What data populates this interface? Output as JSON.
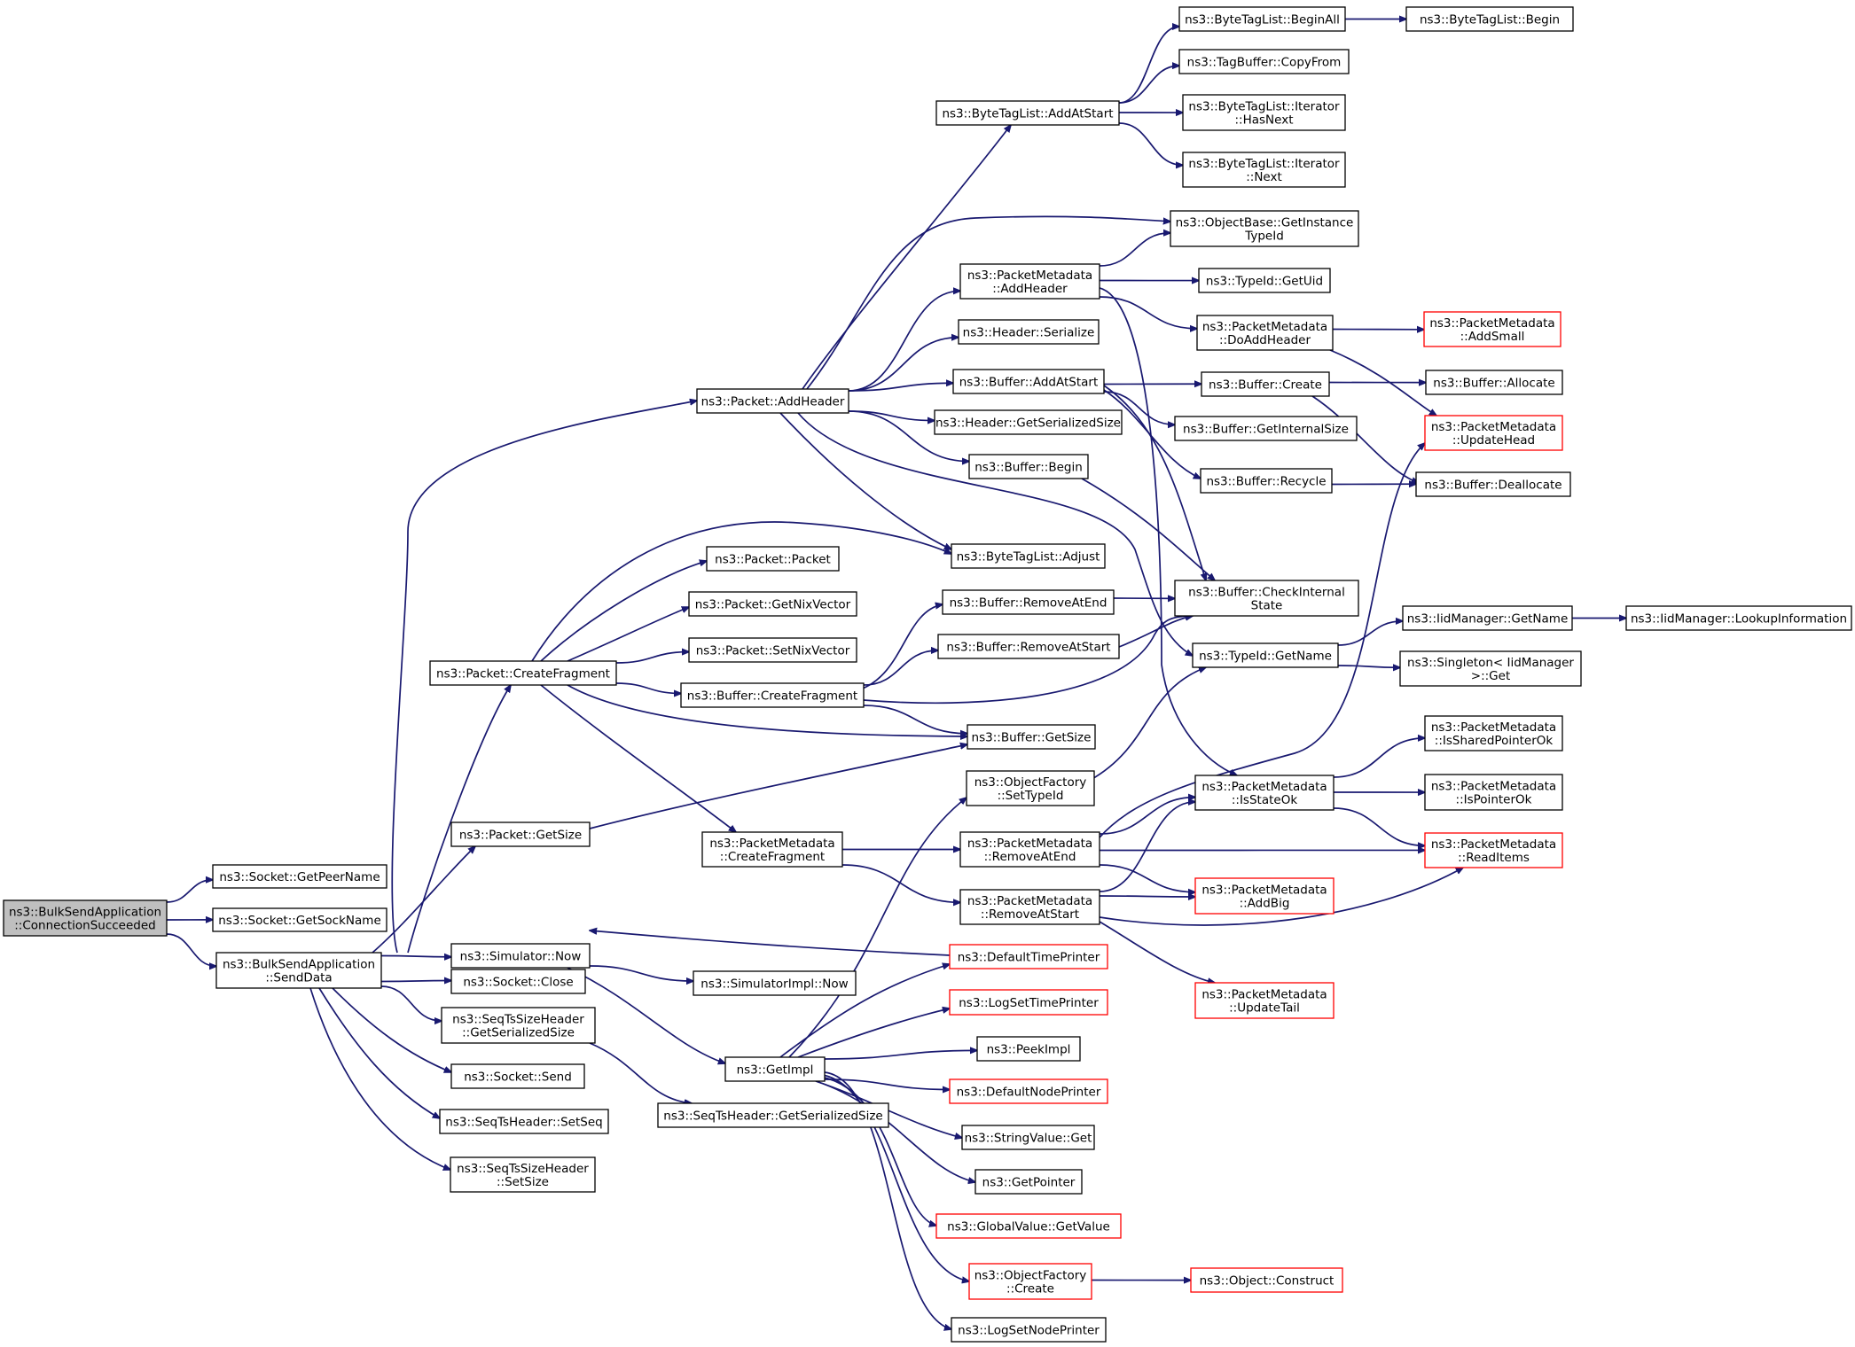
{
  "nodes": [
    {
      "id": "root",
      "lines": [
        "ns3::BulkSendApplication",
        "::ConnectionSucceeded"
      ],
      "style": "root"
    },
    {
      "id": "getpeername",
      "lines": [
        "ns3::Socket::GetPeerName"
      ],
      "style": "normal"
    },
    {
      "id": "getsockname",
      "lines": [
        "ns3::Socket::GetSockName"
      ],
      "style": "normal"
    },
    {
      "id": "senddata",
      "lines": [
        "ns3::BulkSendApplication",
        "::SendData"
      ],
      "style": "normal"
    },
    {
      "id": "pkt_addheader",
      "lines": [
        "ns3::Packet::AddHeader"
      ],
      "style": "normal"
    },
    {
      "id": "pkt_createfrag",
      "lines": [
        "ns3::Packet::CreateFragment"
      ],
      "style": "normal"
    },
    {
      "id": "pkt_getsize",
      "lines": [
        "ns3::Packet::GetSize"
      ],
      "style": "normal"
    },
    {
      "id": "sim_now",
      "lines": [
        "ns3::Simulator::Now"
      ],
      "style": "normal"
    },
    {
      "id": "sock_close",
      "lines": [
        "ns3::Socket::Close"
      ],
      "style": "normal"
    },
    {
      "id": "seqts_getser",
      "lines": [
        "ns3::SeqTsSizeHeader",
        "::GetSerializedSize"
      ],
      "style": "normal"
    },
    {
      "id": "sock_send",
      "lines": [
        "ns3::Socket::Send"
      ],
      "style": "normal"
    },
    {
      "id": "seqts_setseq",
      "lines": [
        "ns3::SeqTsHeader::SetSeq"
      ],
      "style": "normal"
    },
    {
      "id": "seqts_setsize",
      "lines": [
        "ns3::SeqTsSizeHeader",
        "::SetSize"
      ],
      "style": "normal"
    },
    {
      "id": "btl_addatstart",
      "lines": [
        "ns3::ByteTagList::AddAtStart"
      ],
      "style": "normal"
    },
    {
      "id": "btl_beginall",
      "lines": [
        "ns3::ByteTagList::BeginAll"
      ],
      "style": "normal"
    },
    {
      "id": "btl_begin",
      "lines": [
        "ns3::ByteTagList::Begin"
      ],
      "style": "normal"
    },
    {
      "id": "tagbuf_copyfrom",
      "lines": [
        "ns3::TagBuffer::CopyFrom"
      ],
      "style": "normal"
    },
    {
      "id": "btl_hasnext",
      "lines": [
        "ns3::ByteTagList::Iterator",
        "::HasNext"
      ],
      "style": "normal"
    },
    {
      "id": "btl_next",
      "lines": [
        "ns3::ByteTagList::Iterator",
        "::Next"
      ],
      "style": "normal"
    },
    {
      "id": "objbase_getinst",
      "lines": [
        "ns3::ObjectBase::GetInstance",
        "TypeId"
      ],
      "style": "normal"
    },
    {
      "id": "pm_addheader",
      "lines": [
        "ns3::PacketMetadata",
        "::AddHeader"
      ],
      "style": "normal"
    },
    {
      "id": "typeid_getuid",
      "lines": [
        "ns3::TypeId::GetUid"
      ],
      "style": "normal"
    },
    {
      "id": "pm_doaddheader",
      "lines": [
        "ns3::PacketMetadata",
        "::DoAddHeader"
      ],
      "style": "normal"
    },
    {
      "id": "pm_addsmall",
      "lines": [
        "ns3::PacketMetadata",
        "::AddSmall"
      ],
      "style": "red"
    },
    {
      "id": "hdr_serialize",
      "lines": [
        "ns3::Header::Serialize"
      ],
      "style": "normal"
    },
    {
      "id": "buf_addatstart",
      "lines": [
        "ns3::Buffer::AddAtStart"
      ],
      "style": "normal"
    },
    {
      "id": "buf_create",
      "lines": [
        "ns3::Buffer::Create"
      ],
      "style": "normal"
    },
    {
      "id": "buf_allocate",
      "lines": [
        "ns3::Buffer::Allocate"
      ],
      "style": "normal"
    },
    {
      "id": "hdr_getsersize",
      "lines": [
        "ns3::Header::GetSerializedSize"
      ],
      "style": "normal"
    },
    {
      "id": "buf_getinternalsize",
      "lines": [
        "ns3::Buffer::GetInternalSize"
      ],
      "style": "normal"
    },
    {
      "id": "pm_updatehead",
      "lines": [
        "ns3::PacketMetadata",
        "::UpdateHead"
      ],
      "style": "red"
    },
    {
      "id": "buf_begin",
      "lines": [
        "ns3::Buffer::Begin"
      ],
      "style": "normal"
    },
    {
      "id": "buf_recycle",
      "lines": [
        "ns3::Buffer::Recycle"
      ],
      "style": "normal"
    },
    {
      "id": "buf_deallocate",
      "lines": [
        "ns3::Buffer::Deallocate"
      ],
      "style": "normal"
    },
    {
      "id": "btl_adjust",
      "lines": [
        "ns3::ByteTagList::Adjust"
      ],
      "style": "normal"
    },
    {
      "id": "pkt_packet",
      "lines": [
        "ns3::Packet::Packet"
      ],
      "style": "normal"
    },
    {
      "id": "pkt_getnix",
      "lines": [
        "ns3::Packet::GetNixVector"
      ],
      "style": "normal"
    },
    {
      "id": "pkt_setnix",
      "lines": [
        "ns3::Packet::SetNixVector"
      ],
      "style": "normal"
    },
    {
      "id": "buf_removeatend",
      "lines": [
        "ns3::Buffer::RemoveAtEnd"
      ],
      "style": "normal"
    },
    {
      "id": "buf_checkinternal",
      "lines": [
        "ns3::Buffer::CheckInternal",
        "State"
      ],
      "style": "normal"
    },
    {
      "id": "buf_removeatstart",
      "lines": [
        "ns3::Buffer::RemoveAtStart"
      ],
      "style": "normal"
    },
    {
      "id": "buf_createfrag",
      "lines": [
        "ns3::Buffer::CreateFragment"
      ],
      "style": "normal"
    },
    {
      "id": "typeid_getname",
      "lines": [
        "ns3::TypeId::GetName"
      ],
      "style": "normal"
    },
    {
      "id": "iid_getname",
      "lines": [
        "ns3::IidManager::GetName"
      ],
      "style": "normal"
    },
    {
      "id": "iid_lookup",
      "lines": [
        "ns3::IidManager::LookupInformation"
      ],
      "style": "normal"
    },
    {
      "id": "singleton_get",
      "lines": [
        "ns3::Singleton< IidManager",
        ">::Get"
      ],
      "style": "normal"
    },
    {
      "id": "buf_getsize",
      "lines": [
        "ns3::Buffer::GetSize"
      ],
      "style": "normal"
    },
    {
      "id": "objfac_settypeid",
      "lines": [
        "ns3::ObjectFactory",
        "::SetTypeId"
      ],
      "style": "normal"
    },
    {
      "id": "pm_issharedok",
      "lines": [
        "ns3::PacketMetadata",
        "::IsSharedPointerOk"
      ],
      "style": "normal"
    },
    {
      "id": "pm_isstateok",
      "lines": [
        "ns3::PacketMetadata",
        "::IsStateOk"
      ],
      "style": "normal"
    },
    {
      "id": "pm_ispointerok",
      "lines": [
        "ns3::PacketMetadata",
        "::IsPointerOk"
      ],
      "style": "normal"
    },
    {
      "id": "pm_createfrag",
      "lines": [
        "ns3::PacketMetadata",
        "::CreateFragment"
      ],
      "style": "normal"
    },
    {
      "id": "pm_removeatend",
      "lines": [
        "ns3::PacketMetadata",
        "::RemoveAtEnd"
      ],
      "style": "normal"
    },
    {
      "id": "pm_readitems",
      "lines": [
        "ns3::PacketMetadata",
        "::ReadItems"
      ],
      "style": "red"
    },
    {
      "id": "pm_removeatstart",
      "lines": [
        "ns3::PacketMetadata",
        "::RemoveAtStart"
      ],
      "style": "normal"
    },
    {
      "id": "pm_addbig",
      "lines": [
        "ns3::PacketMetadata",
        "::AddBig"
      ],
      "style": "red"
    },
    {
      "id": "defaulttimeprinter",
      "lines": [
        "ns3::DefaultTimePrinter"
      ],
      "style": "red"
    },
    {
      "id": "simimpl_now",
      "lines": [
        "ns3::SimulatorImpl::Now"
      ],
      "style": "normal"
    },
    {
      "id": "logsettimeprinter",
      "lines": [
        "ns3::LogSetTimePrinter"
      ],
      "style": "red"
    },
    {
      "id": "pm_updatetail",
      "lines": [
        "ns3::PacketMetadata",
        "::UpdateTail"
      ],
      "style": "red"
    },
    {
      "id": "getimpl",
      "lines": [
        "ns3::GetImpl"
      ],
      "style": "normal"
    },
    {
      "id": "peekimpl",
      "lines": [
        "ns3::PeekImpl"
      ],
      "style": "normal"
    },
    {
      "id": "seqts_getsersize",
      "lines": [
        "ns3::SeqTsHeader::GetSerializedSize"
      ],
      "style": "normal"
    },
    {
      "id": "defaultnodeprinter",
      "lines": [
        "ns3::DefaultNodePrinter"
      ],
      "style": "red"
    },
    {
      "id": "stringvalue_get",
      "lines": [
        "ns3::StringValue::Get"
      ],
      "style": "normal"
    },
    {
      "id": "getpointer",
      "lines": [
        "ns3::GetPointer"
      ],
      "style": "normal"
    },
    {
      "id": "globalvalue_getvalue",
      "lines": [
        "ns3::GlobalValue::GetValue"
      ],
      "style": "red"
    },
    {
      "id": "objfac_create",
      "lines": [
        "ns3::ObjectFactory",
        "::Create"
      ],
      "style": "red"
    },
    {
      "id": "object_construct",
      "lines": [
        "ns3::Object::Construct"
      ],
      "style": "red"
    },
    {
      "id": "logsetnodeprinter",
      "lines": [
        "ns3::LogSetNodePrinter"
      ],
      "style": "normal"
    }
  ],
  "edges": [
    [
      "root",
      "getpeername"
    ],
    [
      "root",
      "getsockname"
    ],
    [
      "root",
      "senddata"
    ],
    [
      "senddata",
      "pkt_addheader"
    ],
    [
      "senddata",
      "pkt_createfrag"
    ],
    [
      "senddata",
      "pkt_getsize"
    ],
    [
      "senddata",
      "sim_now"
    ],
    [
      "senddata",
      "sock_close"
    ],
    [
      "senddata",
      "seqts_getser"
    ],
    [
      "senddata",
      "sock_send"
    ],
    [
      "senddata",
      "seqts_setseq"
    ],
    [
      "senddata",
      "seqts_setsize"
    ],
    [
      "pkt_addheader",
      "btl_addatstart"
    ],
    [
      "pkt_addheader",
      "objbase_getinst"
    ],
    [
      "pkt_addheader",
      "pm_addheader"
    ],
    [
      "pkt_addheader",
      "hdr_serialize"
    ],
    [
      "pkt_addheader",
      "buf_addatstart"
    ],
    [
      "pkt_addheader",
      "hdr_getsersize"
    ],
    [
      "pkt_addheader",
      "buf_begin"
    ],
    [
      "pkt_addheader",
      "btl_adjust"
    ],
    [
      "pkt_addheader",
      "typeid_getname"
    ],
    [
      "btl_addatstart",
      "btl_beginall"
    ],
    [
      "btl_addatstart",
      "tagbuf_copyfrom"
    ],
    [
      "btl_addatstart",
      "btl_hasnext"
    ],
    [
      "btl_addatstart",
      "btl_next"
    ],
    [
      "btl_beginall",
      "btl_begin"
    ],
    [
      "pm_addheader",
      "objbase_getinst"
    ],
    [
      "pm_addheader",
      "typeid_getuid"
    ],
    [
      "pm_addheader",
      "pm_doaddheader"
    ],
    [
      "pm_addheader",
      "pm_isstateok"
    ],
    [
      "pm_doaddheader",
      "pm_addsmall"
    ],
    [
      "pm_doaddheader",
      "pm_updatehead"
    ],
    [
      "buf_addatstart",
      "buf_create"
    ],
    [
      "buf_addatstart",
      "buf_getinternalsize"
    ],
    [
      "buf_addatstart",
      "buf_recycle"
    ],
    [
      "buf_addatstart",
      "buf_checkinternal"
    ],
    [
      "buf_create",
      "buf_allocate"
    ],
    [
      "buf_create",
      "buf_deallocate"
    ],
    [
      "buf_recycle",
      "buf_deallocate"
    ],
    [
      "buf_begin",
      "buf_checkinternal"
    ],
    [
      "pkt_createfrag",
      "btl_adjust"
    ],
    [
      "pkt_createfrag",
      "pkt_packet"
    ],
    [
      "pkt_createfrag",
      "pkt_getnix"
    ],
    [
      "pkt_createfrag",
      "pkt_setnix"
    ],
    [
      "pkt_createfrag",
      "buf_createfrag"
    ],
    [
      "pkt_createfrag",
      "buf_getsize"
    ],
    [
      "pkt_createfrag",
      "pm_createfrag"
    ],
    [
      "buf_createfrag",
      "buf_removeatend"
    ],
    [
      "buf_createfrag",
      "buf_removeatstart"
    ],
    [
      "buf_createfrag",
      "buf_checkinternal"
    ],
    [
      "buf_createfrag",
      "buf_getsize"
    ],
    [
      "buf_removeatend",
      "buf_checkinternal"
    ],
    [
      "buf_removeatstart",
      "buf_checkinternal"
    ],
    [
      "typeid_getname",
      "iid_getname"
    ],
    [
      "typeid_getname",
      "singleton_get"
    ],
    [
      "iid_getname",
      "iid_lookup"
    ],
    [
      "pkt_getsize",
      "buf_getsize"
    ],
    [
      "pm_createfrag",
      "pm_removeatend"
    ],
    [
      "pm_createfrag",
      "pm_removeatstart"
    ],
    [
      "pm_removeatend",
      "pm_isstateok"
    ],
    [
      "pm_removeatend",
      "pm_readitems"
    ],
    [
      "pm_removeatend",
      "pm_addbig"
    ],
    [
      "pm_removeatend",
      "pm_updatehead"
    ],
    [
      "pm_removeatstart",
      "pm_isstateok"
    ],
    [
      "pm_removeatstart",
      "pm_addbig"
    ],
    [
      "pm_removeatstart",
      "pm_readitems"
    ],
    [
      "pm_removeatstart",
      "pm_updatetail"
    ],
    [
      "pm_isstateok",
      "pm_issharedok"
    ],
    [
      "pm_isstateok",
      "pm_ispointerok"
    ],
    [
      "pm_isstateok",
      "pm_readitems"
    ],
    [
      "sim_now",
      "simimpl_now"
    ],
    [
      "sim_now",
      "getimpl"
    ],
    [
      "defaulttimeprinter",
      "sim_now"
    ],
    [
      "seqts_getser",
      "seqts_getsersize"
    ],
    [
      "objfac_settypeid",
      "typeid_getname"
    ],
    [
      "getimpl",
      "objfac_settypeid"
    ],
    [
      "getimpl",
      "defaulttimeprinter"
    ],
    [
      "getimpl",
      "logsettimeprinter"
    ],
    [
      "getimpl",
      "peekimpl"
    ],
    [
      "getimpl",
      "defaultnodeprinter"
    ],
    [
      "getimpl",
      "stringvalue_get"
    ],
    [
      "getimpl",
      "getpointer"
    ],
    [
      "getimpl",
      "globalvalue_getvalue"
    ],
    [
      "getimpl",
      "objfac_create"
    ],
    [
      "getimpl",
      "logsetnodeprinter"
    ],
    [
      "objfac_create",
      "object_construct"
    ]
  ]
}
